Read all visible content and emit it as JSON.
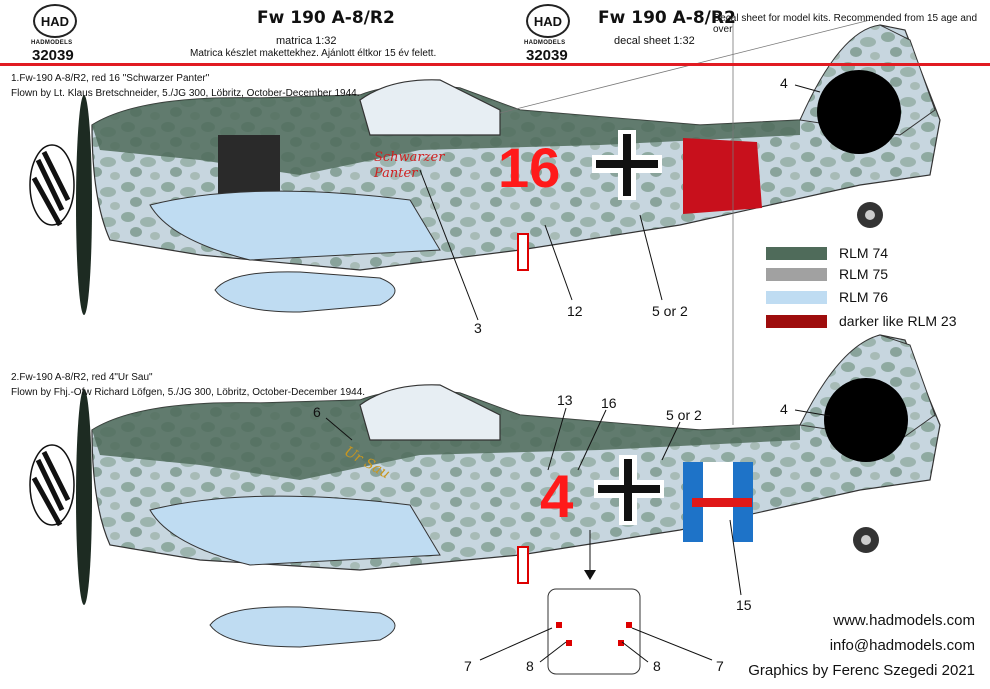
{
  "header": {
    "logo_text": "HAD",
    "logo_sub": "HADMODELS",
    "code": "32039",
    "left_title": "Fw 190 A-8/R2",
    "left_scale": "matrica 1:32",
    "left_note": "Matrica készlet makettekhez. Ajánlott éltkor 15 év felett.",
    "right_title": "Fw 190 A-8/R2",
    "right_scale": "decal sheet 1:32",
    "right_note": "Decal sheet for model kits. Recommended from 15 age and over"
  },
  "aircraft1": {
    "line1": "1.Fw-190 A-8/R2, red 16 \"Schwarzer Panter\"",
    "line2": "Flown by  Lt. Klaus Bretschneider, 5./JG 300, Löbritz, October-December 1944.",
    "number": "16",
    "nose_art": "Schwarzer Panter",
    "callouts": {
      "c3": "3",
      "c12": "12",
      "c5or2": "5 or 2",
      "c4": "4"
    }
  },
  "aircraft2": {
    "line1": "2.Fw-190 A-8/R2, red 4\"Ur Sau\"",
    "line2": "Flown by  Fhj.-Ofw Richard Löfgen, 5./JG 300, Löbritz, October-December 1944.",
    "number": "4",
    "nose_art": "Ur Sau",
    "callouts": {
      "c6": "6",
      "c13": "13",
      "c16": "16",
      "c5or2": "5 or 2",
      "c4": "4",
      "c15": "15",
      "c7a": "7",
      "c8a": "8",
      "c8b": "8",
      "c7b": "7"
    }
  },
  "legend": [
    {
      "label": "RLM 74",
      "color": "#4f6b5a"
    },
    {
      "label": "RLM 75",
      "color": "#a1a1a1"
    },
    {
      "label": "RLM 76",
      "color": "#bfdcf2"
    },
    {
      "label": "darker like RLM 23",
      "color": "#9e0d0d"
    }
  ],
  "footer": {
    "website": "www.hadmodels.com",
    "email": "info@hadmodels.com",
    "credit": "Graphics by Ferenc Szegedi 2021"
  },
  "colors": {
    "rlm74": "#4f6b5a",
    "rlm76": "#bfdcf2",
    "red": "#ff1a1a",
    "band_red": "#c8101c",
    "band_blue": "#1e73c8",
    "accent_line": "#e11b22"
  }
}
